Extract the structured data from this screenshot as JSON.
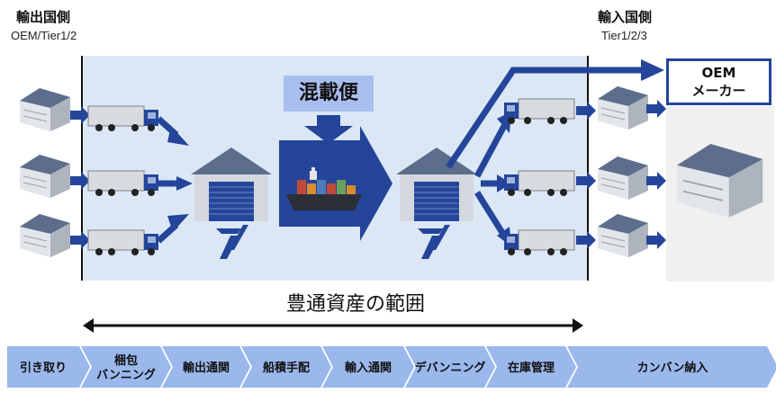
{
  "export_side": {
    "title": "輸出国側",
    "subtitle": "OEM/Tier1/2"
  },
  "import_side": {
    "title": "輸入国側",
    "subtitle": "Tier1/2/3"
  },
  "oem_box": {
    "line1": "OEM",
    "line2": "メーカー"
  },
  "consolidated_label": "混載便",
  "scope_label": "豊通資産の範囲",
  "process_steps": [
    {
      "lines": [
        "引き取り"
      ]
    },
    {
      "lines": [
        "梱包",
        "バンニング"
      ]
    },
    {
      "lines": [
        "輸出通関"
      ]
    },
    {
      "lines": [
        "船積手配"
      ]
    },
    {
      "lines": [
        "輸入通関"
      ]
    },
    {
      "lines": [
        "デバンニング"
      ]
    },
    {
      "lines": [
        "在庫管理"
      ]
    },
    {
      "lines": [
        "カンバン納入"
      ]
    }
  ],
  "colors": {
    "arrow_blue": "#24459a",
    "scope_bg": "#dce7f5",
    "step_bg": "#9ab8ec",
    "label_bg": "#a9bff0"
  }
}
